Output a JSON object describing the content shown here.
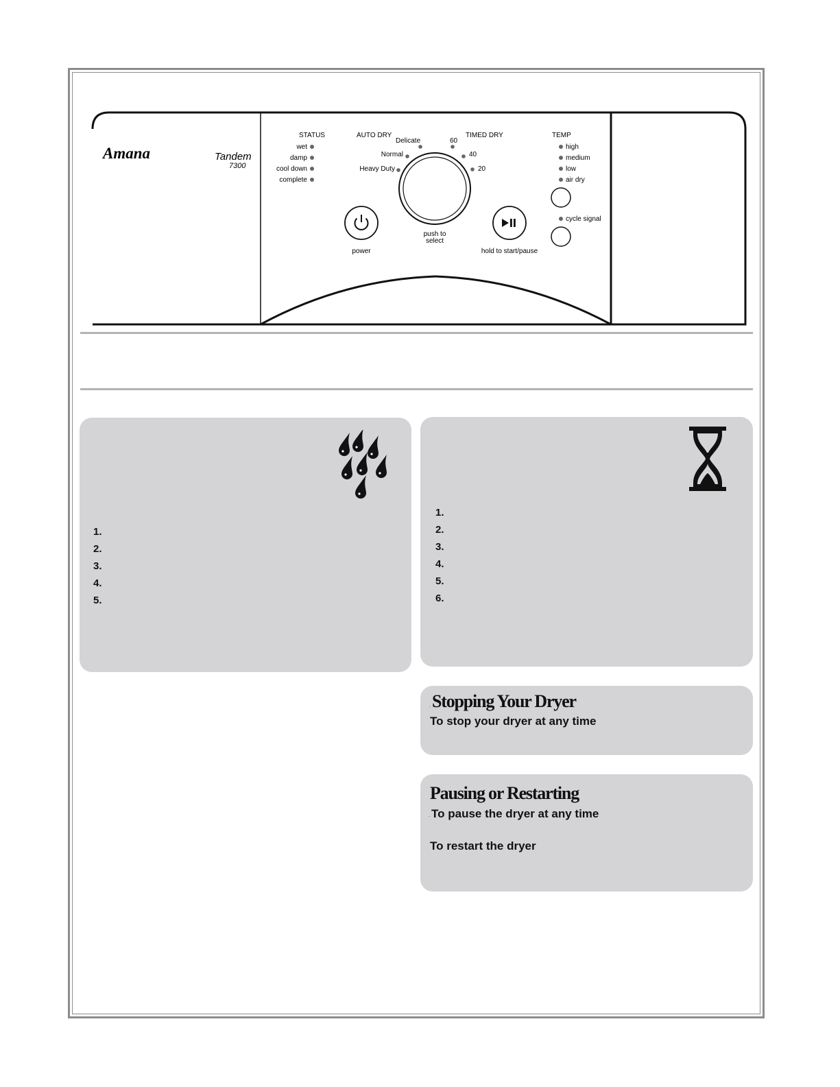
{
  "panel": {
    "brand": "Amana",
    "model_name": "Tandem",
    "model_number": "7300",
    "status": {
      "heading": "STATUS",
      "items": [
        "wet",
        "damp",
        "cool down",
        "complete"
      ]
    },
    "auto_dry": {
      "heading": "AUTO DRY",
      "items": [
        "Delicate",
        "Normal",
        "Heavy Duty"
      ]
    },
    "timed_dry": {
      "heading": "TIMED DRY",
      "items": [
        "60",
        "40",
        "20"
      ]
    },
    "temp": {
      "heading": "TEMP",
      "items": [
        "high",
        "medium",
        "low",
        "air dry"
      ]
    },
    "cycle_signal": "cycle signal",
    "power_label": "power",
    "knob_label_line1": "push to",
    "knob_label_line2": "select",
    "start_label": "hold to start/pause"
  },
  "left_box": {
    "icon": "water-drops-icon",
    "numbers": [
      "1.",
      "2.",
      "3.",
      "4.",
      "5."
    ]
  },
  "right_box": {
    "icon": "hourglass-icon",
    "numbers": [
      "1.",
      "2.",
      "3.",
      "4.",
      "5.",
      "6."
    ]
  },
  "stopping": {
    "title": "Stopping Your Dryer",
    "subtitle": "To stop your dryer at any time"
  },
  "pausing": {
    "title": "Pausing or Restarting",
    "subtitle_pause": "To pause the dryer at any time",
    "subtitle_restart": "To restart the dryer"
  },
  "colors": {
    "box_fill": "#d4d4d6",
    "rule": "#b3b3b3",
    "frame": "#8c8c8c"
  }
}
